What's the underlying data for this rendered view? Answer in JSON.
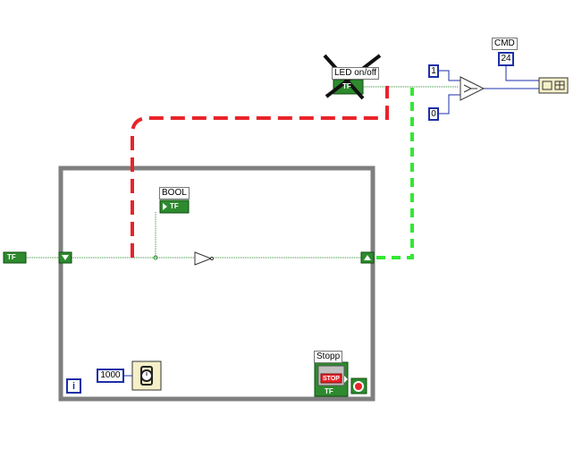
{
  "labels": {
    "led_control": "LED on/off",
    "cmd": "CMD",
    "bool_indicator": "BOOL",
    "stop_button": "Stopp"
  },
  "constants": {
    "true_val": "1",
    "false_val": "0",
    "cmd_val": "24",
    "wait_ms": "1000"
  },
  "glyphs": {
    "tf": "TF",
    "stop": "STOP",
    "iteration": "i"
  },
  "colors": {
    "loop_frame": "#7f7f7f",
    "bool_wire": "#2e8a2e",
    "numeric_wire": "#1c2fa8",
    "broken_wire": "#e8242a",
    "new_wire": "#33e833",
    "strike_mark": "#111111"
  }
}
